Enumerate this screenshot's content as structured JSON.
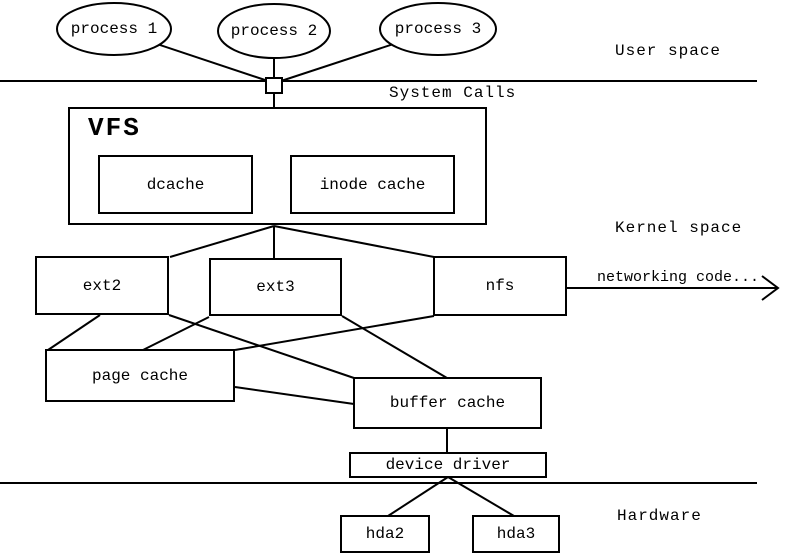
{
  "regions": {
    "user_space": "User space",
    "system_calls": "System Calls",
    "kernel_space": "Kernel space",
    "hardware": "Hardware"
  },
  "processes": [
    {
      "label": "process 1"
    },
    {
      "label": "process 2"
    },
    {
      "label": "process 3"
    }
  ],
  "nodes": {
    "vfs": "VFS",
    "dcache": "dcache",
    "inode_cache": "inode cache",
    "ext2": "ext2",
    "ext3": "ext3",
    "nfs": "nfs",
    "page_cache": "page cache",
    "buffer_cache": "buffer cache",
    "device_driver": "device driver",
    "hda2": "hda2",
    "hda3": "hda3"
  },
  "annotations": {
    "networking": "networking code..."
  },
  "colors": {
    "line": "#000000",
    "background": "#ffffff"
  }
}
